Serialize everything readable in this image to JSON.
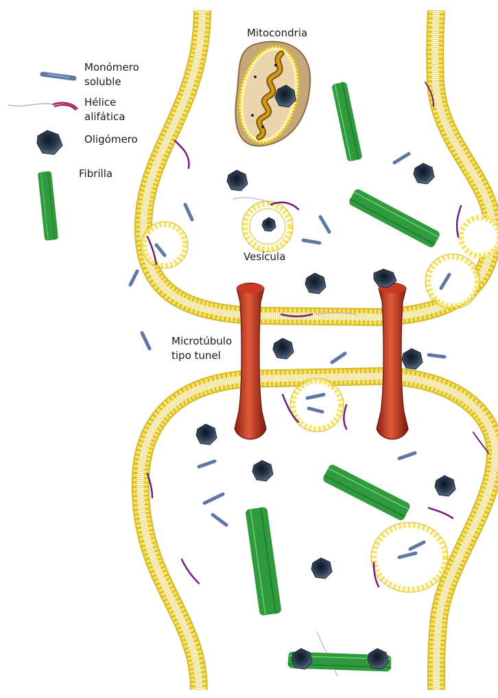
{
  "labels": {
    "mitochondria": "Mitocondria",
    "vesicle": "Vesícula",
    "tunnel_line1": "Microtúbulo",
    "tunnel_line2": "tipo tunel"
  },
  "legend": {
    "items": [
      {
        "key": "monomer",
        "line1": "Monómero",
        "line2": "soluble"
      },
      {
        "key": "helix",
        "line1": "Hélice",
        "line2": "alifática"
      },
      {
        "key": "oligomer",
        "line1": "Oligómero",
        "line2": ""
      },
      {
        "key": "fibril",
        "line1": "Fibrilla",
        "line2": ""
      }
    ]
  },
  "colors": {
    "membrane": "#f6e463",
    "membrane_edge": "#c9a824",
    "tunnel": "#b5301c",
    "tunnel_light": "#e15a3c",
    "oligomer": "#2c3a4c",
    "monomer": "#6f88b4",
    "fibril": "#2f9a3e",
    "helix": "#6e1f7c",
    "mito_matrix": "#e6cfa4",
    "mito_cristae": "#c48a10"
  },
  "icons": [
    "monomer-icon",
    "helix-icon",
    "oligomer-icon",
    "fibril-icon",
    "tunnel-icon",
    "mitochondria-icon",
    "vesicle-icon"
  ]
}
